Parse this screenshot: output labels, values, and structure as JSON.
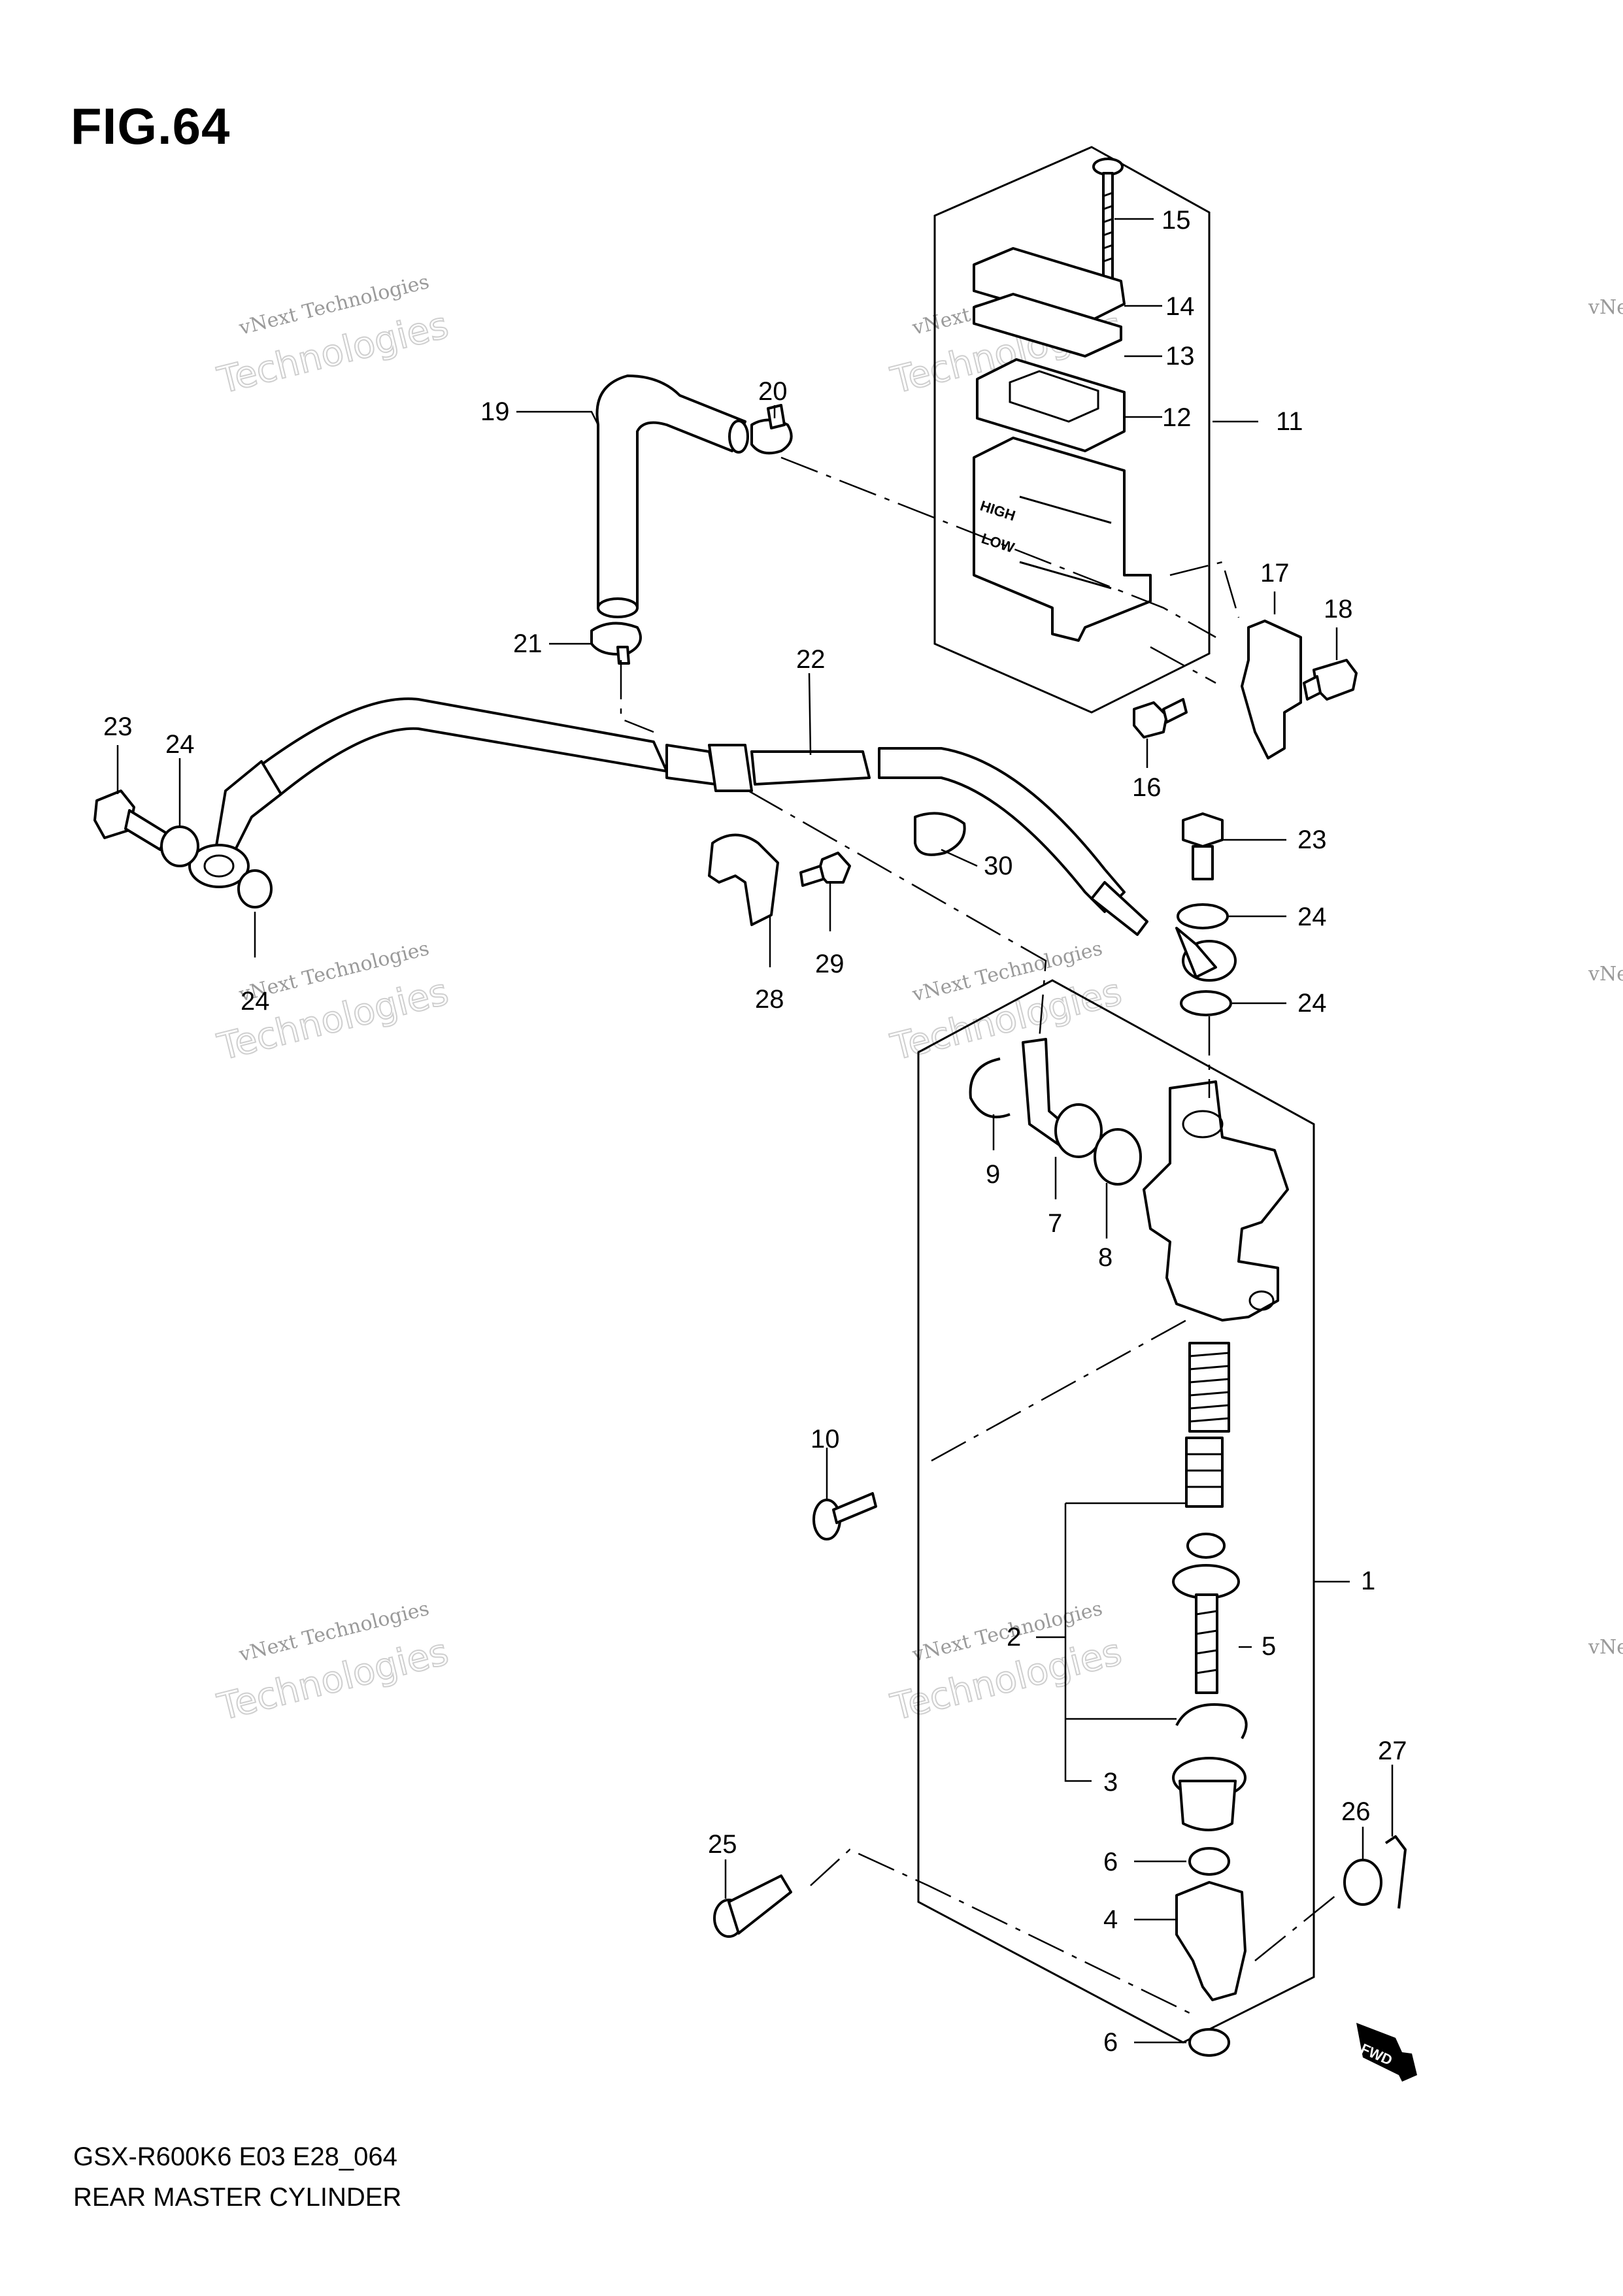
{
  "figure": {
    "title": "FIG.64",
    "model_code": "GSX-R600K6 E03 E28_064",
    "caption": "REAR MASTER CYLINDER"
  },
  "watermark": {
    "line1": "vNext Technologies",
    "line2": "Technologies",
    "line3": "vNext"
  },
  "callouts": [
    "1",
    "2",
    "3",
    "4",
    "5",
    "6",
    "6",
    "7",
    "8",
    "9",
    "10",
    "11",
    "12",
    "13",
    "14",
    "15",
    "16",
    "17",
    "18",
    "19",
    "20",
    "21",
    "22",
    "23",
    "23",
    "24",
    "24",
    "24",
    "24",
    "25",
    "26",
    "27",
    "28",
    "29",
    "30"
  ],
  "fwd_label": "FWD"
}
